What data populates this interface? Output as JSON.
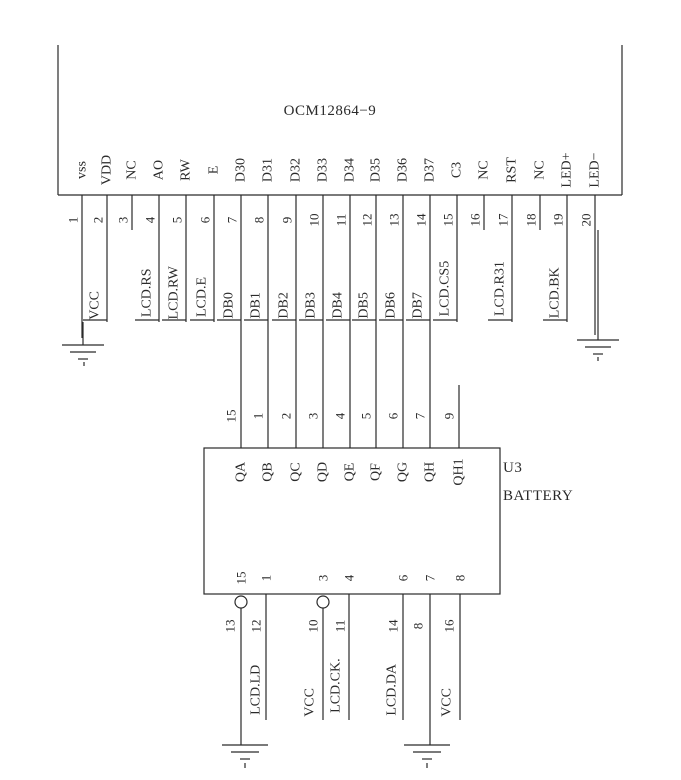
{
  "lcd": {
    "part": "OCM12864−9",
    "pins": [
      {
        "num": "1",
        "name": "vss",
        "net": ""
      },
      {
        "num": "2",
        "name": "VDD",
        "net": "VCC"
      },
      {
        "num": "3",
        "name": "NC",
        "net": ""
      },
      {
        "num": "4",
        "name": "AO",
        "net": "LCD.RS"
      },
      {
        "num": "5",
        "name": "RW",
        "net": "LCD.RW"
      },
      {
        "num": "6",
        "name": "E",
        "net": "LCD.E"
      },
      {
        "num": "7",
        "name": "D30",
        "net": "DB0"
      },
      {
        "num": "8",
        "name": "D31",
        "net": "DB1"
      },
      {
        "num": "9",
        "name": "D32",
        "net": "DB2"
      },
      {
        "num": "10",
        "name": "D33",
        "net": "DB3"
      },
      {
        "num": "11",
        "name": "D34",
        "net": "DB4"
      },
      {
        "num": "12",
        "name": "D35",
        "net": "DB5"
      },
      {
        "num": "13",
        "name": "D36",
        "net": "DB6"
      },
      {
        "num": "14",
        "name": "D37",
        "net": "DB7"
      },
      {
        "num": "15",
        "name": "C3",
        "net": "LCD.CS5"
      },
      {
        "num": "16",
        "name": "NC",
        "net": ""
      },
      {
        "num": "17",
        "name": "RST",
        "net": "LCD.R31"
      },
      {
        "num": "18",
        "name": "NC",
        "net": ""
      },
      {
        "num": "19",
        "name": "LED+",
        "net": "LCD.BK"
      },
      {
        "num": "20",
        "name": "LED−",
        "net": ""
      }
    ]
  },
  "u3": {
    "ref": "U3",
    "value": "BATTERY",
    "top_pins": [
      {
        "num": "15",
        "name": "QA"
      },
      {
        "num": "1",
        "name": "QB"
      },
      {
        "num": "2",
        "name": "QC"
      },
      {
        "num": "3",
        "name": "QD"
      },
      {
        "num": "4",
        "name": "QE"
      },
      {
        "num": "5",
        "name": "QF"
      },
      {
        "num": "6",
        "name": "QG"
      },
      {
        "num": "7",
        "name": "QH"
      },
      {
        "num": "9",
        "name": "QH1"
      }
    ],
    "bottom_pins": [
      {
        "inner": "15",
        "outer": "13"
      },
      {
        "inner": "1",
        "outer": "12"
      },
      {
        "inner": "3",
        "outer": "10"
      },
      {
        "inner": "4",
        "outer": "11"
      },
      {
        "inner": "6",
        "outer": "14"
      },
      {
        "inner": "7",
        "outer": "8"
      },
      {
        "inner": "8",
        "outer": "16"
      }
    ],
    "bottom_nets": [
      "LCD.LD",
      "VCC",
      "LCD.CK.",
      "LCD.DA",
      "VCC"
    ]
  }
}
